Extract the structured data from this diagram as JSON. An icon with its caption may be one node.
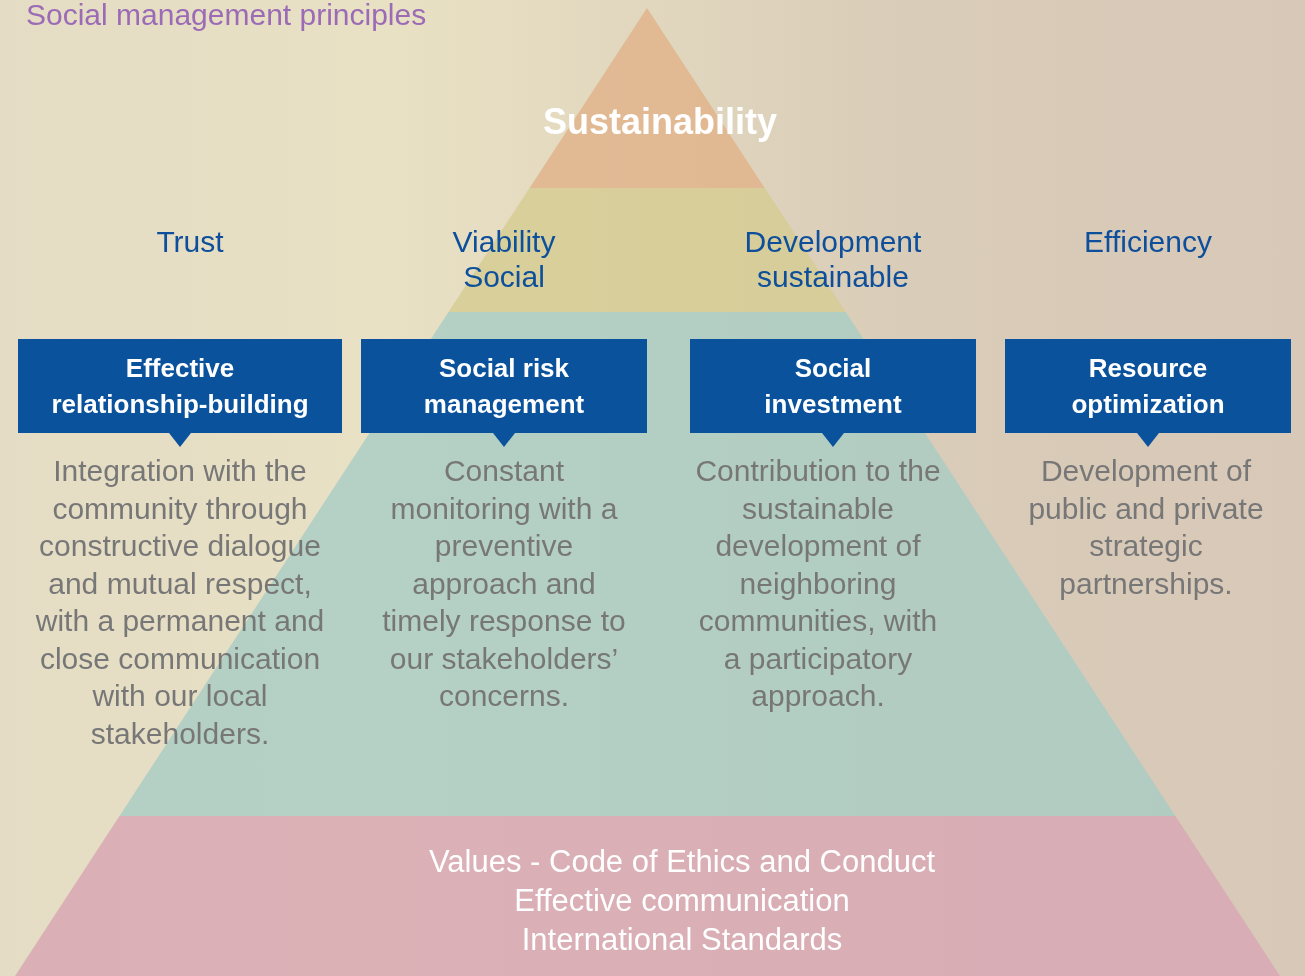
{
  "diagram": {
    "title": "Social management principles",
    "nodes": [
      {
        "text": [
          "Sustainability"
        ]
      },
      {
        "text": [
          "Values - Code of Ethics and Conduct",
          "Effective communication",
          "International Standards"
        ]
      },
      {
        "text": [
          "Effective relationship-building"
        ],
        "beside": [
          "Integration with the community through constructive dialogue and mutual respect, with a permanent and close communication with our local stakeholders."
        ]
      },
      {
        "text": [
          "Social risk management"
        ],
        "beside": [
          "Constant monitoring with a preventive approach and timely response to our stakeholders’ concerns."
        ]
      },
      {
        "text": [
          "Social investment"
        ],
        "beside": [
          "Contribution to the sustainable development of neighboring communities, with a participatory approach."
        ]
      },
      {
        "text": [
          "Resource optimization"
        ],
        "beside": [
          "Development of public and private strategic partnerships."
        ]
      }
    ],
    "labels": [
      "Trust",
      "Viability Social",
      "Development sustainable",
      "Efficiency"
    ]
  }
}
